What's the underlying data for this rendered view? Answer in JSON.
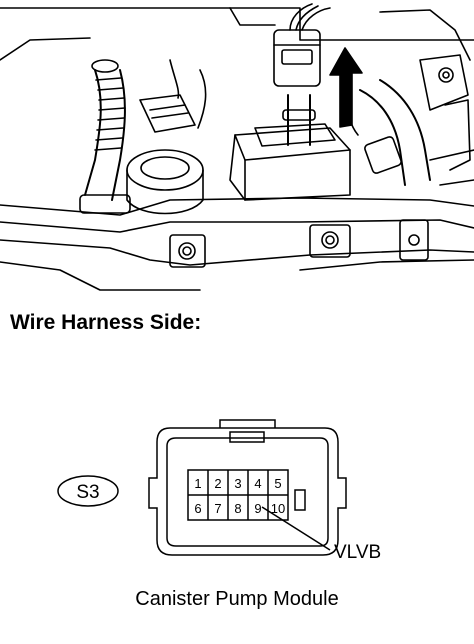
{
  "heading": "Wire Harness Side:",
  "connector_code": "S3",
  "pins_top": [
    "1",
    "2",
    "3",
    "4",
    "5"
  ],
  "pins_bottom": [
    "6",
    "7",
    "8",
    "9",
    "10"
  ],
  "callout_label": "VLVB",
  "caption": "Canister Pump Module"
}
